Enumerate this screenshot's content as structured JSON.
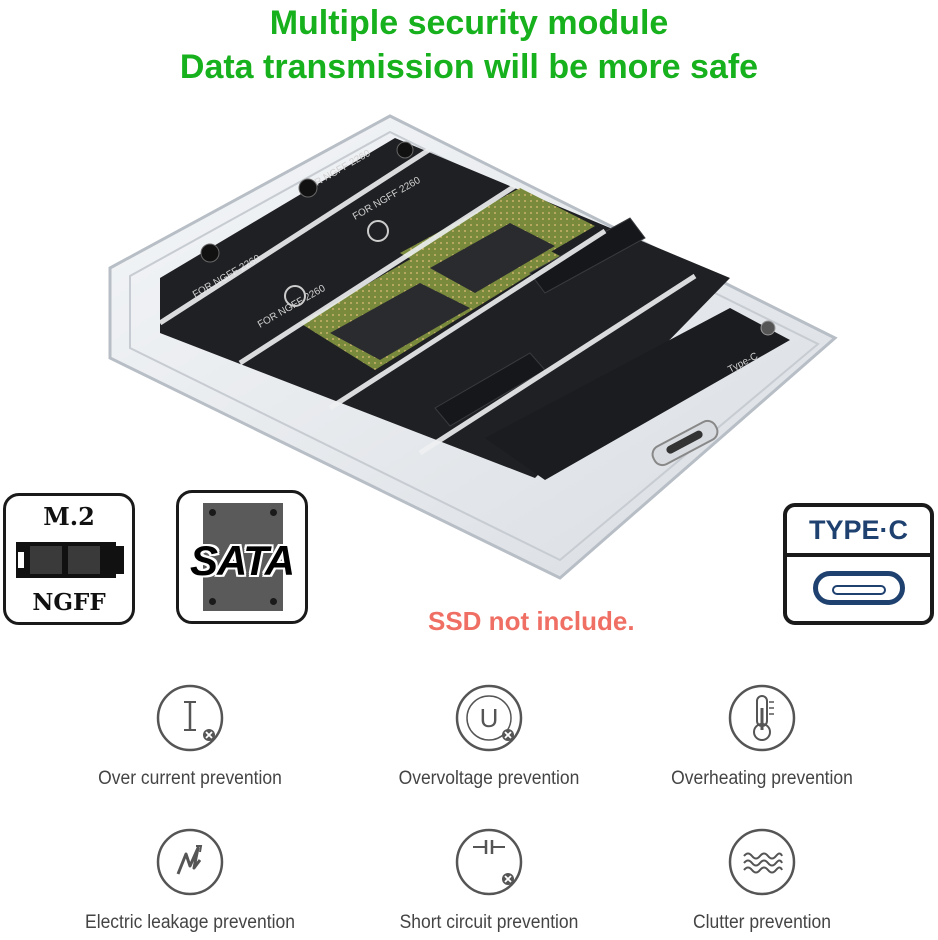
{
  "headline": {
    "line1": "Multiple security module",
    "line2": "Data transmission will be more safe"
  },
  "colors": {
    "headline": "#16b11c",
    "note": "#f06f64",
    "typec_blue": "#1f4170",
    "icon_gray": "#555555"
  },
  "product": {
    "slot_labels": [
      "FOR NGFF 2260",
      "FOR NGFF 2260",
      "FOR NGFF 2260",
      "FOR NGFF 2260"
    ],
    "board_label": "Type-C"
  },
  "badges": {
    "m2_top": "M.2",
    "m2_bottom": "NGFF",
    "sata": "SATA",
    "typec": "TYPE·C"
  },
  "note": "SSD not include.",
  "features": [
    {
      "label": "Over current prevention",
      "icon": "current-icon",
      "glyph": "I"
    },
    {
      "label": "Overvoltage prevention",
      "icon": "voltage-icon",
      "glyph": "U"
    },
    {
      "label": "Overheating prevention",
      "icon": "thermometer-icon",
      "glyph": ""
    },
    {
      "label": "Electric leakage prevention",
      "icon": "lightning-icon",
      "glyph": ""
    },
    {
      "label": "Short circuit prevention",
      "icon": "capacitor-icon",
      "glyph": ""
    },
    {
      "label": "Clutter prevention",
      "icon": "wave-icon",
      "glyph": ""
    }
  ]
}
